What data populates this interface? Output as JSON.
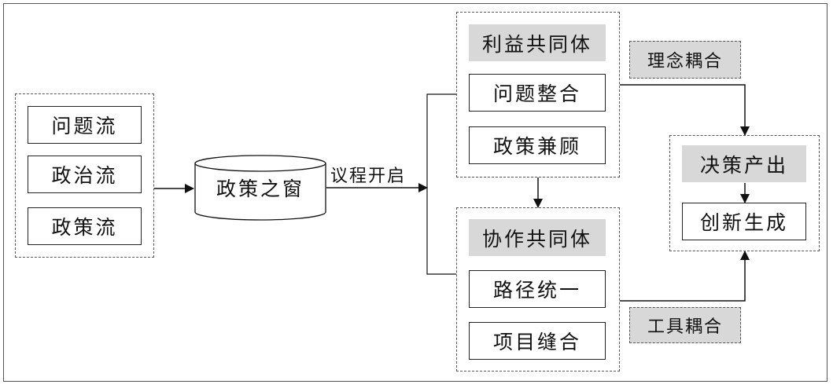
{
  "streams": {
    "items": [
      {
        "label": "问题流"
      },
      {
        "label": "政治流"
      },
      {
        "label": "政策流"
      }
    ]
  },
  "window": {
    "label": "政策之窗"
  },
  "agenda": {
    "label": "议程开启"
  },
  "interest": {
    "title": "利益共同体",
    "items": [
      {
        "label": "问题整合"
      },
      {
        "label": "政策兼顾"
      }
    ]
  },
  "collab": {
    "title": "协作共同体",
    "items": [
      {
        "label": "路径统一"
      },
      {
        "label": "项目缝合"
      }
    ]
  },
  "coupling": {
    "idea": "理念耦合",
    "tool": "工具耦合"
  },
  "decision": {
    "title": "决策产出",
    "output": "创新生成"
  }
}
